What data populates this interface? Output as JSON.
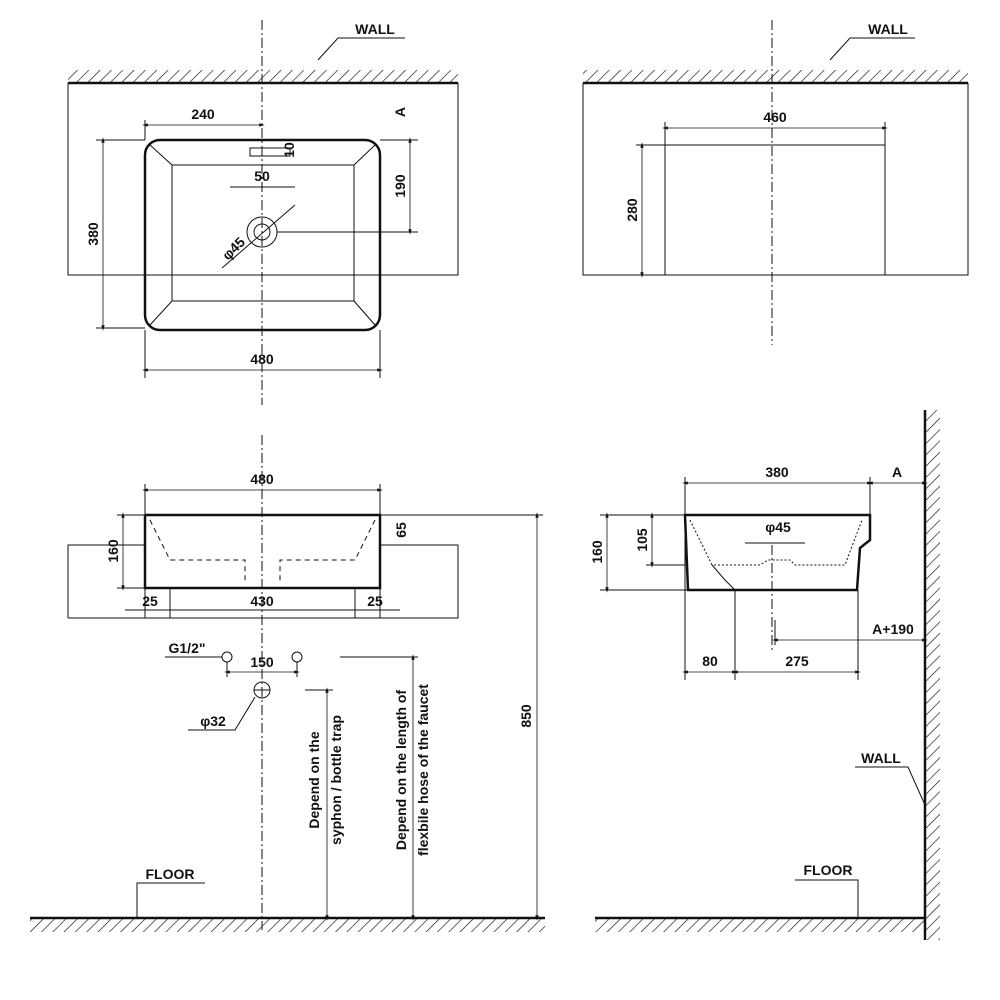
{
  "labels": {
    "wall": "WALL",
    "floor": "FLOOR",
    "a": "A",
    "a_plus_190": "A+190",
    "g12": "G1/2\"",
    "phi45": "φ45",
    "phi32": "φ32"
  },
  "top_plan": {
    "d240": "240",
    "d10": "10",
    "d50": "50",
    "d190": "190",
    "d380": "380",
    "d480": "480"
  },
  "top_front": {
    "d460": "460",
    "d280": "280"
  },
  "elevation": {
    "d480": "480",
    "d160": "160",
    "d65": "65",
    "d25_left": "25",
    "d430": "430",
    "d25_right": "25",
    "d150": "150",
    "d850": "850",
    "syphon_note_1": "Depend on the",
    "syphon_note_2": "syphon / bottle trap",
    "hose_note_1": "Depend on the length of",
    "hose_note_2": "flexbile hose of the faucet"
  },
  "section": {
    "d380": "380",
    "d160": "160",
    "d105": "105",
    "d80": "80",
    "d275": "275"
  }
}
